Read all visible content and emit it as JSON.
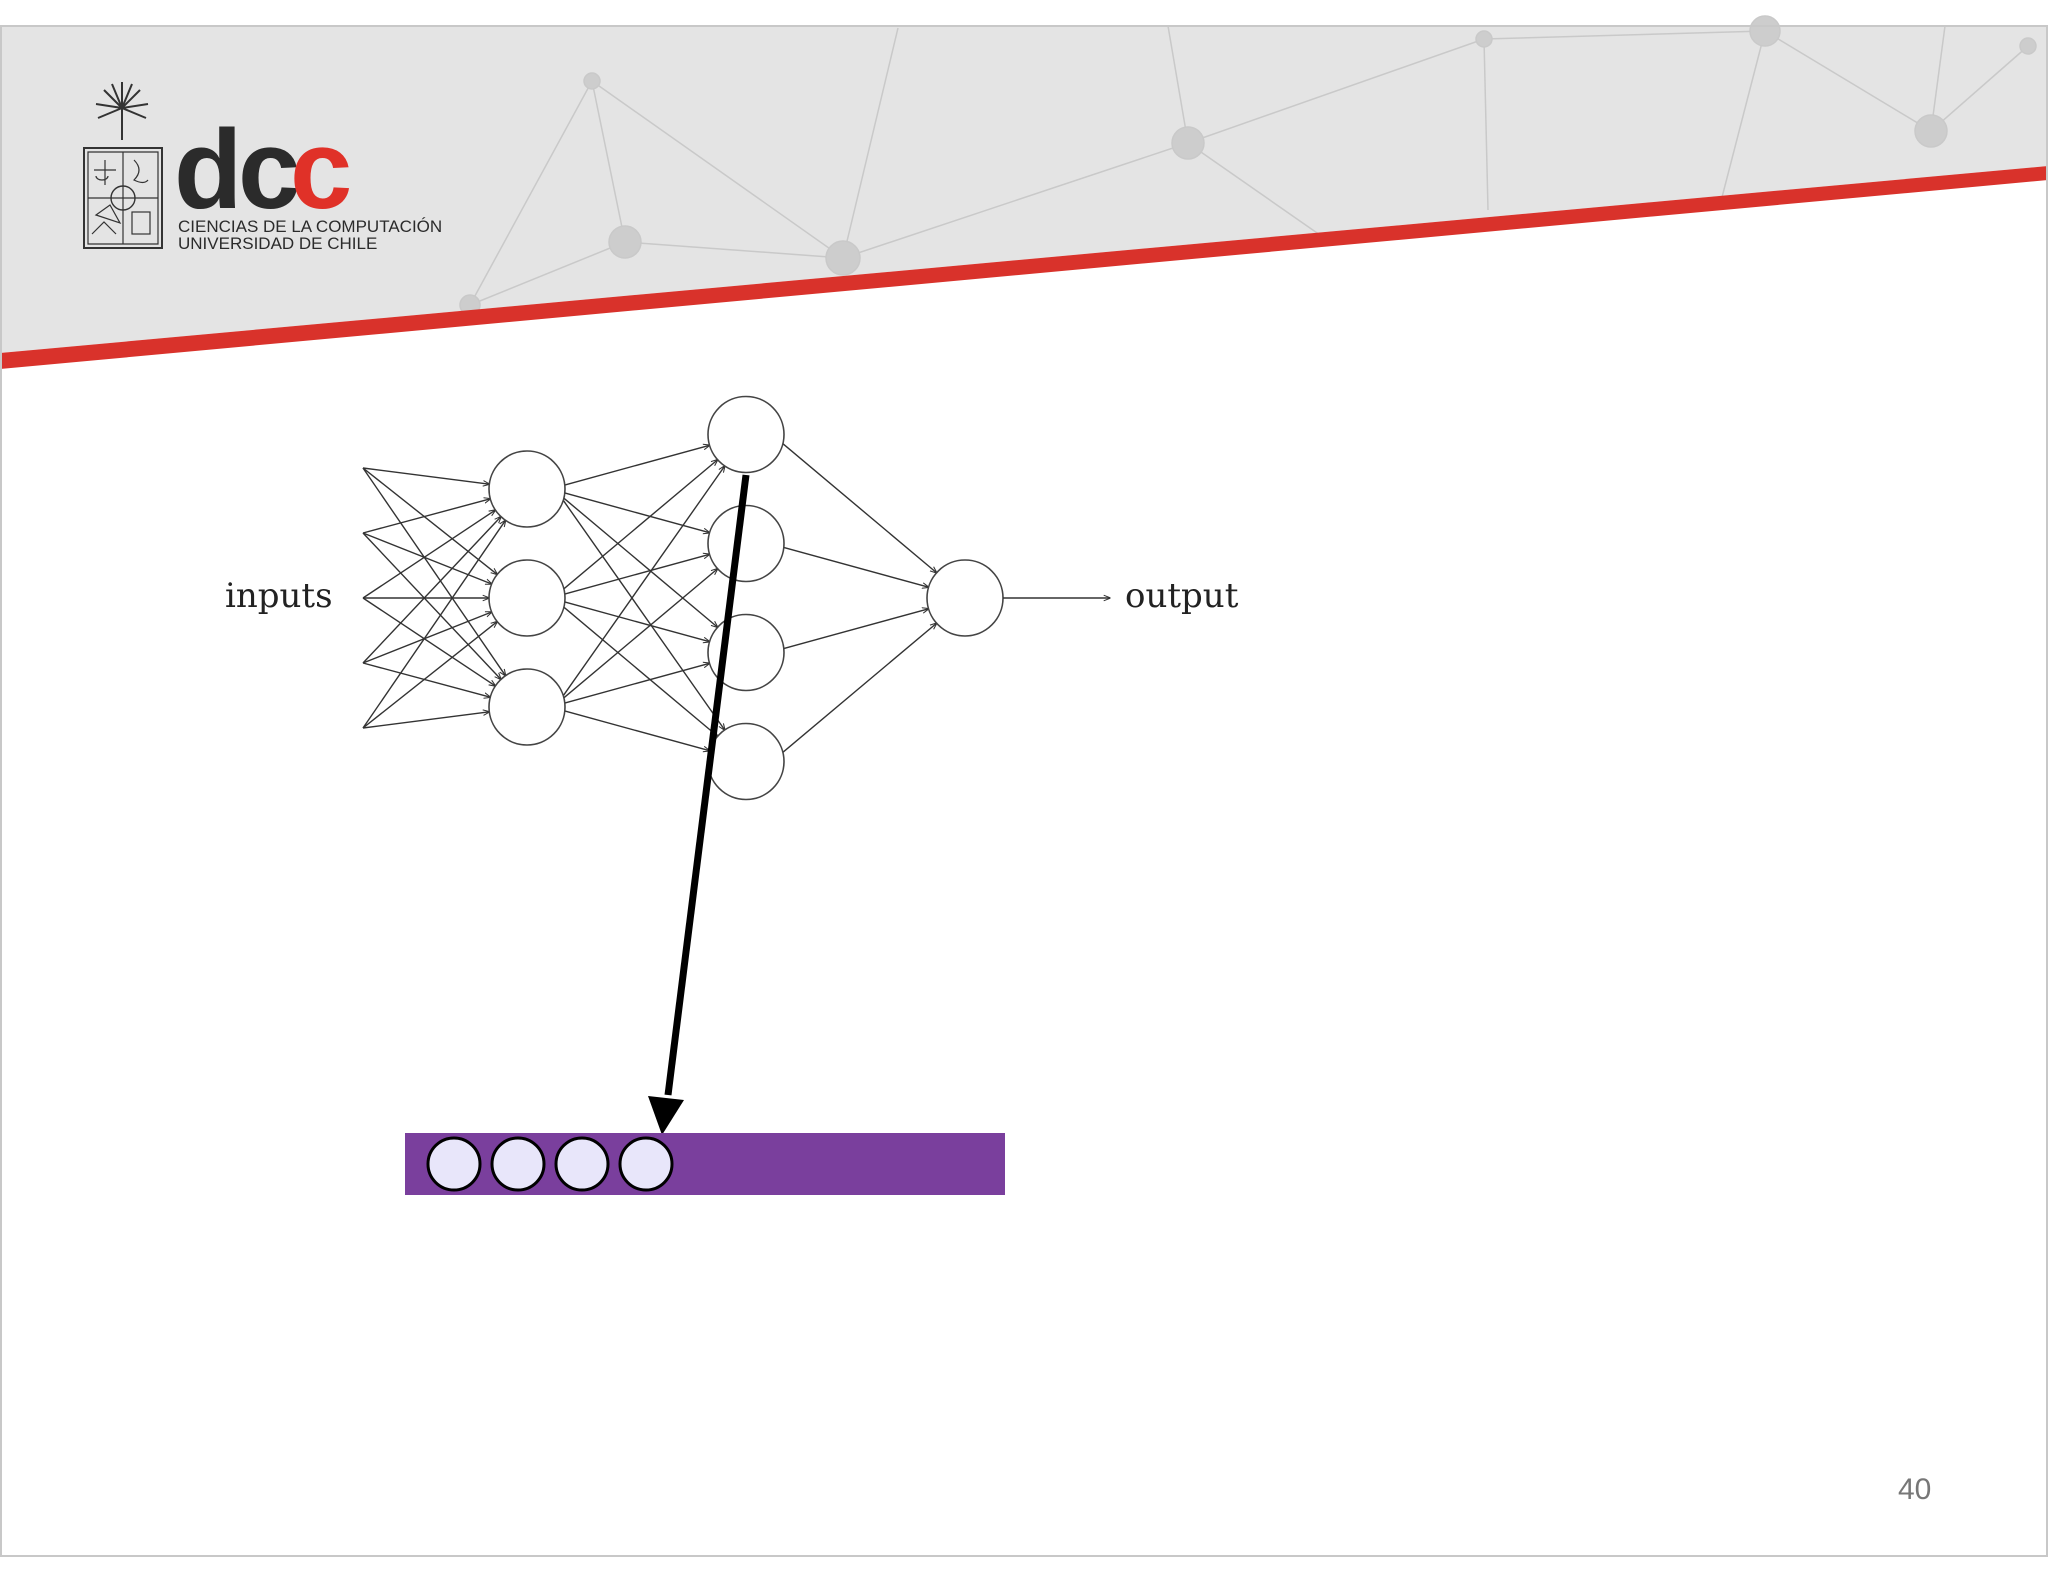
{
  "header": {
    "logo": {
      "letters": [
        "d",
        "c",
        "c"
      ],
      "line1": "CIENCIAS DE LA COMPUTACIÓN",
      "line2": "UNIVERSIDAD DE CHILE",
      "dark_color": "#2b2b2b",
      "accent_color": "#e03128"
    },
    "band_color": "#e4e4e4",
    "stripe_color": "#d9322b"
  },
  "diagram": {
    "inputs_label": "inputs",
    "output_label": "output",
    "layers": [
      {
        "name": "input",
        "count": 5
      },
      {
        "name": "hidden-1",
        "count": 3
      },
      {
        "name": "hidden-2",
        "count": 4
      },
      {
        "name": "output",
        "count": 1
      }
    ],
    "highlighted_neuron": {
      "layer": "hidden-2",
      "index": 0
    },
    "vector": {
      "cells": 4,
      "bar_color": "#7a3f9d",
      "cell_color": "#e8e6fa"
    }
  },
  "footer": {
    "page_number": "40"
  }
}
